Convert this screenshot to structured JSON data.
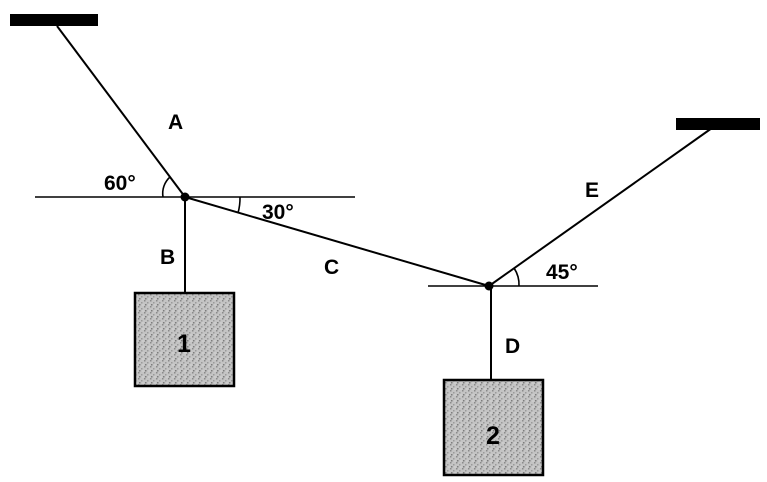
{
  "diagram": {
    "ropes": [
      {
        "id": "A",
        "label": "A"
      },
      {
        "id": "B",
        "label": "B"
      },
      {
        "id": "C",
        "label": "C"
      },
      {
        "id": "D",
        "label": "D"
      },
      {
        "id": "E",
        "label": "E"
      }
    ],
    "angles": [
      {
        "label": "60°"
      },
      {
        "label": "30°"
      },
      {
        "label": "45°"
      }
    ],
    "masses": [
      {
        "label": "1"
      },
      {
        "label": "2"
      }
    ],
    "colors": {
      "line": "#000000",
      "mass_fill": "#bdbdbd",
      "ceiling": "#000000"
    }
  }
}
